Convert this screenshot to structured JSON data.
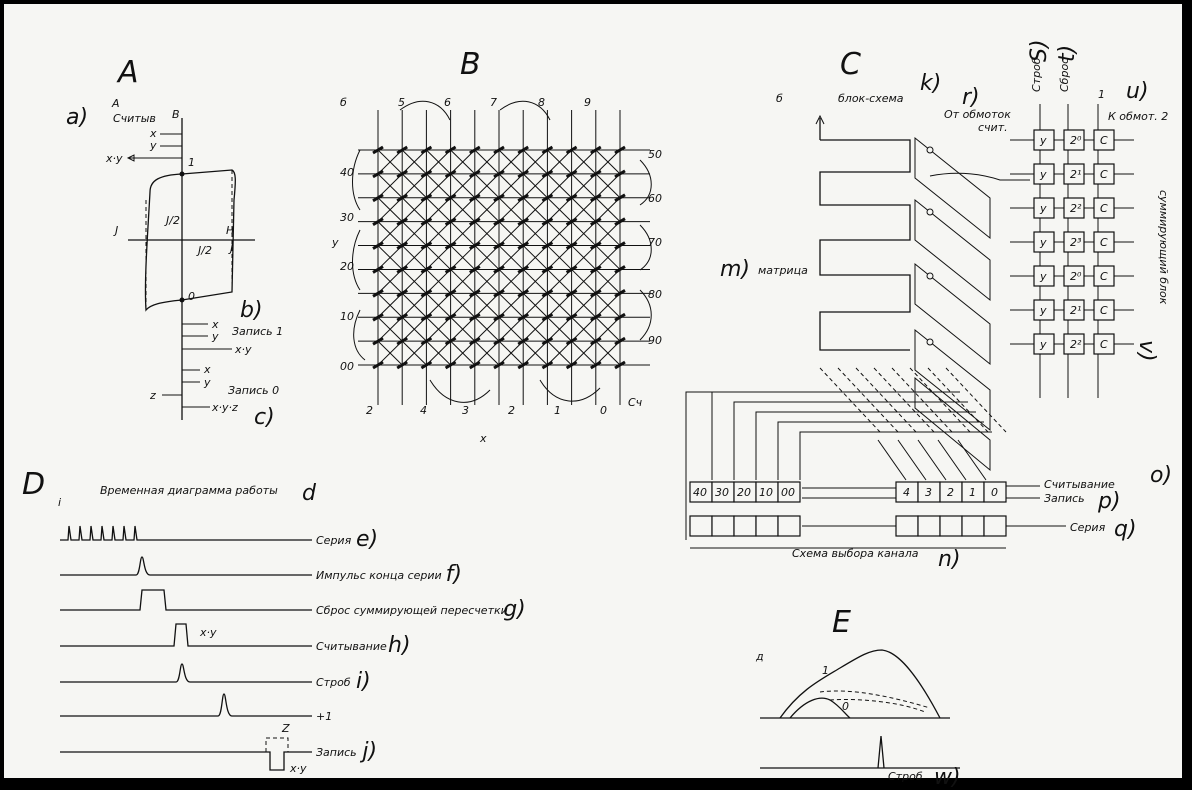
{
  "panels": {
    "A": {
      "letter": "A",
      "a_mark": "a)",
      "small_a": "A",
      "read_label": "Считыв",
      "B_label": "B",
      "x_lbl": "x",
      "y_lbl": "y",
      "xy_lbl": "x·y",
      "pt1": "1",
      "pt0": "0",
      "H_lbl": "H",
      "J_left": "J",
      "J_right": "J",
      "half_top": "J/2",
      "half_bot": "J/2",
      "b_mark": "b)",
      "write1": "Запись 1",
      "x2": "x",
      "y2": "y",
      "xy2": "x·y",
      "x3": "x",
      "y3": "y",
      "z3": "z",
      "write0": "Запись 0",
      "xyz": "x·y·z",
      "c_mark": "c)"
    },
    "B": {
      "letter": "B",
      "top_labels": [
        "б",
        "5",
        "6",
        "7",
        "8",
        "9"
      ],
      "left_labels": [
        "40",
        "30",
        "20",
        "10",
        "00"
      ],
      "left_y": "y",
      "right_labels": [
        "50",
        "60",
        "70",
        "80",
        "90"
      ],
      "bottom_labels": [
        "2",
        "4",
        "3",
        "2",
        "1",
        "0"
      ],
      "sch": "Сч",
      "x_bottom": "x"
    },
    "C": {
      "letter": "C",
      "small_b": "б",
      "block_scheme": "блок-схема",
      "k_mark": "k)",
      "r_mark": "r)",
      "from_winding": "От обмоток",
      "read_short": "счит.",
      "strobe": "Строб",
      "s_mark": "S)",
      "reset": "Сброс",
      "t_mark": "t)",
      "one": "1",
      "u_mark": "u)",
      "to_winding2": "К обмот. 2",
      "counter_y": [
        "y",
        "y",
        "y",
        "y",
        "y",
        "y",
        "y"
      ],
      "counter_z": [
        "2⁰",
        "2¹",
        "2²",
        "2³",
        "2⁰",
        "2¹",
        "2²"
      ],
      "counter_c": [
        "C",
        "C",
        "C",
        "C",
        "C",
        "C",
        "C"
      ],
      "summing_block": "суммирующий блок",
      "v_mark": "v)",
      "m_mark": "m)",
      "matrix": "матрица",
      "left_reg": [
        "40",
        "30",
        "20",
        "10",
        "00"
      ],
      "right_reg": [
        "4",
        "3",
        "2",
        "1",
        "0"
      ],
      "reading": "Считывание",
      "o_mark": "o)",
      "writing": "Запись",
      "p_mark": "p)",
      "series": "Серия",
      "q_mark": "q)",
      "channel_select": "Схема выбора канала",
      "n_mark": "n)"
    },
    "D": {
      "letter": "D",
      "small_i": "i",
      "title": "Временная диаграмма работы",
      "d_mark": "d",
      "rows": [
        {
          "label": "Серия",
          "mark": "e)"
        },
        {
          "label": "Импульс конца серии",
          "mark": "f)"
        },
        {
          "label": "Сброс суммирующей пересчетки",
          "mark": "g)"
        },
        {
          "label": "Считывание",
          "mark": "h)"
        },
        {
          "label": "Строб",
          "mark": "i)"
        },
        {
          "label": "+1",
          "mark": ""
        },
        {
          "label": "Запись",
          "mark": "j)"
        }
      ],
      "xy_read": "x·y",
      "z_write": "Z",
      "xy_write": "x·y"
    },
    "E": {
      "letter": "E",
      "small_d": "д",
      "curve1": "1",
      "curve0": "0",
      "strobe": "Строб",
      "w_mark": "w)"
    }
  }
}
